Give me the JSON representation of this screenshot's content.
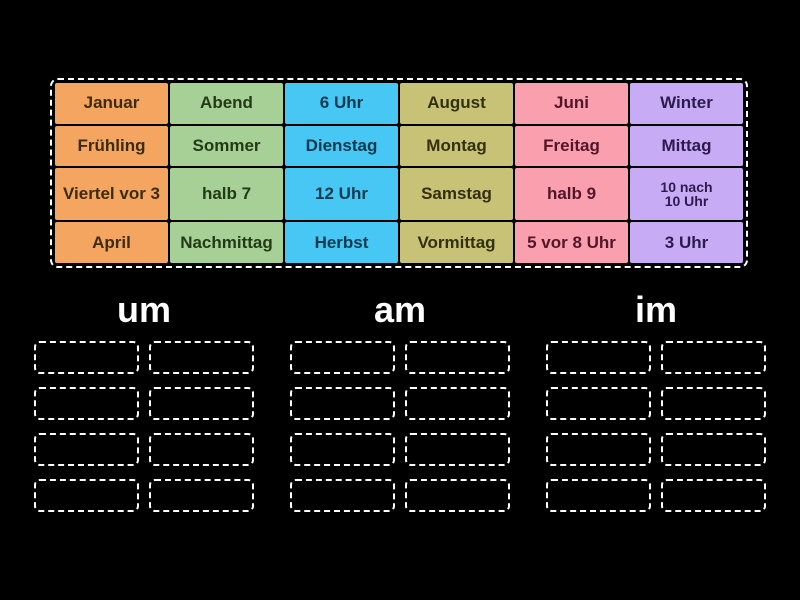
{
  "board": {
    "background": "#000000",
    "border_color": "#ffffff"
  },
  "pool": {
    "colors": {
      "orange": {
        "bg": "#F4A661",
        "fg": "#3D2B0F"
      },
      "green": {
        "bg": "#A7D096",
        "fg": "#233A16"
      },
      "blue": {
        "bg": "#46C7F4",
        "fg": "#0C3950"
      },
      "khaki": {
        "bg": "#C7C275",
        "fg": "#32300F"
      },
      "pink": {
        "bg": "#F99FAE",
        "fg": "#531627"
      },
      "purple": {
        "bg": "#C7ACF5",
        "fg": "#2D1B4E"
      }
    },
    "tiles": [
      {
        "label": "Januar",
        "color": "orange",
        "small": false
      },
      {
        "label": "Abend",
        "color": "green",
        "small": false
      },
      {
        "label": "6 Uhr",
        "color": "blue",
        "small": false
      },
      {
        "label": "August",
        "color": "khaki",
        "small": false
      },
      {
        "label": "Juni",
        "color": "pink",
        "small": false
      },
      {
        "label": "Winter",
        "color": "purple",
        "small": false
      },
      {
        "label": "Frühling",
        "color": "orange",
        "small": false
      },
      {
        "label": "Sommer",
        "color": "green",
        "small": false
      },
      {
        "label": "Dienstag",
        "color": "blue",
        "small": false
      },
      {
        "label": "Montag",
        "color": "khaki",
        "small": false
      },
      {
        "label": "Freitag",
        "color": "pink",
        "small": false
      },
      {
        "label": "Mittag",
        "color": "purple",
        "small": false
      },
      {
        "label": "Viertel vor 3",
        "color": "orange",
        "small": false
      },
      {
        "label": "halb 7",
        "color": "green",
        "small": false
      },
      {
        "label": "12 Uhr",
        "color": "blue",
        "small": false
      },
      {
        "label": "Samstag",
        "color": "khaki",
        "small": false
      },
      {
        "label": "halb 9",
        "color": "pink",
        "small": false
      },
      {
        "label": "10 nach 10 Uhr",
        "color": "purple",
        "small": true
      },
      {
        "label": "April",
        "color": "orange",
        "small": false
      },
      {
        "label": "Nachmittag",
        "color": "green",
        "small": false
      },
      {
        "label": "Herbst",
        "color": "blue",
        "small": false
      },
      {
        "label": "Vormittag",
        "color": "khaki",
        "small": false
      },
      {
        "label": "5 vor 8 Uhr",
        "color": "pink",
        "small": false
      },
      {
        "label": "3 Uhr",
        "color": "purple",
        "small": false
      }
    ]
  },
  "groups": [
    {
      "label": "um",
      "slot_count": 8
    },
    {
      "label": "am",
      "slot_count": 8
    },
    {
      "label": "im",
      "slot_count": 8
    }
  ]
}
